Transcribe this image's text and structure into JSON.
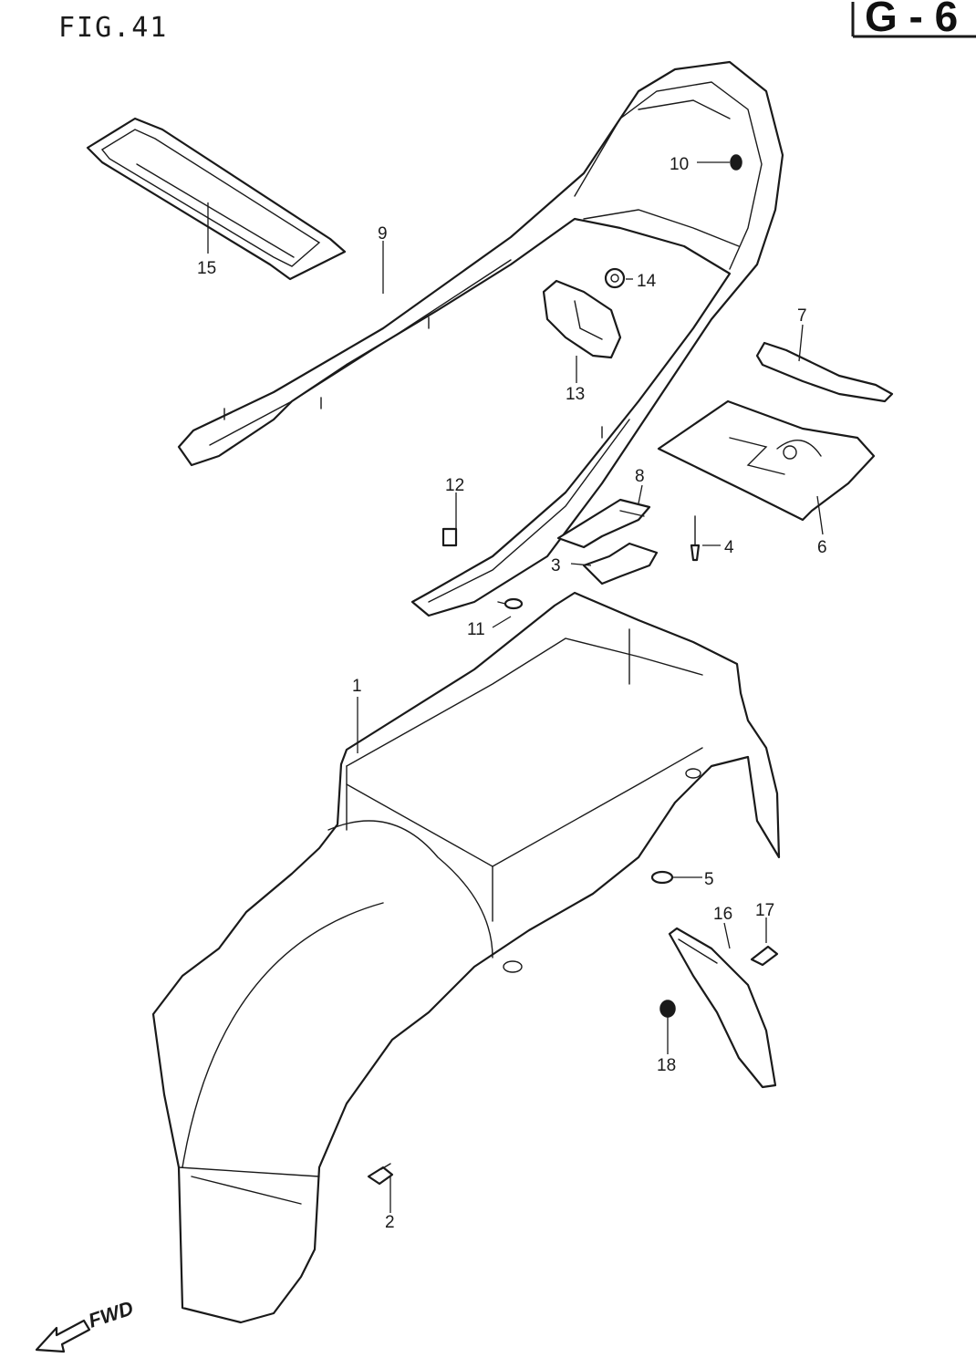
{
  "figure": {
    "label": "FIG.41",
    "group_code": "G - 6"
  },
  "direction_label": "FWD",
  "callouts": [
    "1",
    "2",
    "3",
    "4",
    "5",
    "6",
    "7",
    "8",
    "9",
    "10",
    "11",
    "12",
    "13",
    "14",
    "15",
    "16",
    "17",
    "18"
  ]
}
